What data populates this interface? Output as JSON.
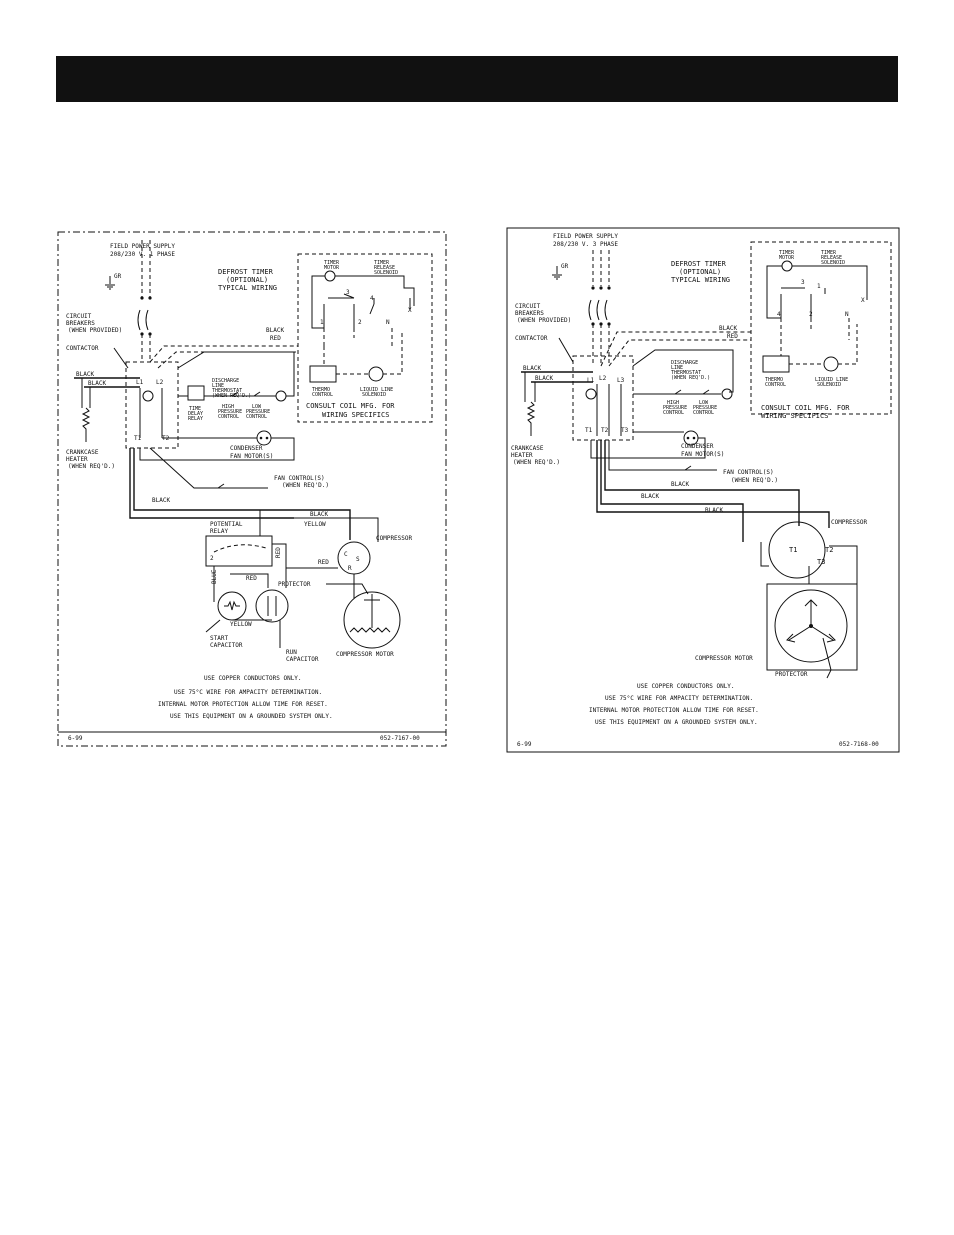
{
  "header": {
    "title": ""
  },
  "diagram1": {
    "supply_line1": "FIELD POWER SUPPLY",
    "supply_line2": "208/230 V. 1 PHASE",
    "gr": "GR",
    "timer_line1": "DEFROST TIMER",
    "timer_line2": "(OPTIONAL)",
    "timer_line3": "TYPICAL WIRING",
    "timer_motor_1": "TIMER",
    "timer_motor_2": "MOTOR",
    "release_1": "TIMER",
    "release_2": "RELEASE",
    "release_3": "SOLENOID",
    "x": "X",
    "n": "N",
    "num1": "1",
    "num2": "2",
    "num3": "3",
    "num4": "4",
    "breakers_1": "CIRCUIT",
    "breakers_2": "BREAKERS",
    "breakers_3": "(WHEN PROVIDED)",
    "black_top": "BLACK",
    "red_top": "RED",
    "contactor": "CONTACTOR",
    "black_1": "BLACK",
    "black_2": "BLACK",
    "l1": "L1",
    "l2": "L2",
    "t1": "T1",
    "t2": "T2",
    "thermo_1": "THERMO",
    "thermo_2": "CONTROL",
    "liquid_1": "LIQUID LINE",
    "liquid_2": "SOLENOID",
    "discharge_1": "DISCHARGE",
    "discharge_2": "LINE",
    "discharge_3": "THERMOSTAT",
    "discharge_4": "(WHEN REQ'D.)",
    "tdr_1": "TIME",
    "tdr_2": "DELAY",
    "tdr_3": "RELAY",
    "high_1": "HIGH",
    "high_2": "PRESSURE",
    "high_3": "CONTROL",
    "low_1": "LOW",
    "low_2": "PRESSURE",
    "low_3": "CONTROL",
    "consult_1": "CONSULT COIL MFG. FOR",
    "consult_2": "WIRING SPECIFICS",
    "crank_1": "CRANKCASE",
    "crank_2": "HEATER",
    "crank_3": "(WHEN REQ'D.)",
    "condenser_1": "CONDENSER",
    "condenser_2": "FAN MOTOR(S)",
    "fan_ctrl_1": "FAN CONTROL(S)",
    "fan_ctrl_2": "(WHEN REQ'D.)",
    "black_3": "BLACK",
    "black_4": "BLACK",
    "yellow_1": "YELLOW",
    "potential_1": "POTENTIAL",
    "potential_2": "RELAY",
    "red_v": "RED",
    "red_2": "RED",
    "red_3": "RED",
    "compressor": "COMPRESSOR",
    "c": "C",
    "s": "S",
    "r": "R",
    "blue": "BLUE",
    "yellow_2": "YELLOW",
    "protector": "PROTECTOR",
    "start_1": "START",
    "start_2": "CAPACITOR",
    "run_1": "RUN",
    "run_2": "CAPACITOR",
    "comp_motor": "COMPRESSOR MOTOR",
    "note1": "USE COPPER CONDUCTORS ONLY.",
    "note2": "USE 75°C WIRE FOR AMPACITY DETERMINATION.",
    "note3": "INTERNAL MOTOR PROTECTION ALLOW TIME FOR RESET.",
    "note4": "USE THIS EQUIPMENT ON A GROUNDED SYSTEM ONLY.",
    "date": "6-99",
    "part": "052-7167-00"
  },
  "diagram2": {
    "supply_line1": "FIELD POWER SUPPLY",
    "supply_line2": "208/230 V. 3 PHASE",
    "gr": "GR",
    "timer_line1": "DEFROST TIMER",
    "timer_line2": "(OPTIONAL)",
    "timer_line3": "TYPICAL WIRING",
    "timer_motor_1": "TIMER",
    "timer_motor_2": "MOTOR",
    "release_1": "TIMER",
    "release_2": "RELEASE",
    "release_3": "SOLENOID",
    "x": "X",
    "n": "N",
    "num1": "1",
    "num2": "2",
    "num3": "3",
    "num4": "4",
    "breakers_1": "CIRCUIT",
    "breakers_2": "BREAKERS",
    "breakers_3": "(WHEN PROVIDED)",
    "black_top": "BLACK",
    "red_top": "RED",
    "contactor": "CONTACTOR",
    "black_1": "BLACK",
    "black_2": "BLACK",
    "l1": "L1",
    "l2": "L2",
    "l3": "L3",
    "t1": "T1",
    "t2": "T2",
    "t3": "T3",
    "discharge_1": "DISCHARGE",
    "discharge_2": "LINE",
    "discharge_3": "THERMOSTAT",
    "discharge_4": "(WHEN REQ'D.)",
    "high_1": "HIGH",
    "high_2": "PRESSURE",
    "high_3": "CONTROL",
    "low_1": "LOW",
    "low_2": "PRESSURE",
    "low_3": "CONTROL",
    "thermo_1": "THERMO",
    "thermo_2": "CONTROL",
    "liquid_1": "LIQUID LINE",
    "liquid_2": "SOLENOID",
    "consult_1": "CONSULT COIL MFG. FOR",
    "consult_2": "WIRING SPECIFICS",
    "crank_1": "CRANKCASE",
    "crank_2": "HEATER",
    "crank_3": "(WHEN REQ'D.)",
    "condenser_1": "CONDENSER",
    "condenser_2": "FAN MOTOR(S)",
    "fan_ctrl_1": "FAN CONTROL(S)",
    "fan_ctrl_2": "(WHEN REQ'D.)",
    "black_3": "BLACK",
    "black_4": "BLACK",
    "black_5": "BLACK",
    "compressor": "COMPRESSOR",
    "ct1": "T1",
    "ct2": "T2",
    "ct3": "T3",
    "comp_motor": "COMPRESSOR MOTOR",
    "protector": "PROTECTOR",
    "note1": "USE COPPER CONDUCTORS ONLY.",
    "note2": "USE 75°C WIRE FOR AMPACITY DETERMINATION.",
    "note3": "INTERNAL MOTOR PROTECTION ALLOW TIME FOR RESET.",
    "note4": "USE THIS EQUIPMENT ON A GROUNDED SYSTEM ONLY.",
    "date": "6-99",
    "part": "052-7168-00"
  }
}
